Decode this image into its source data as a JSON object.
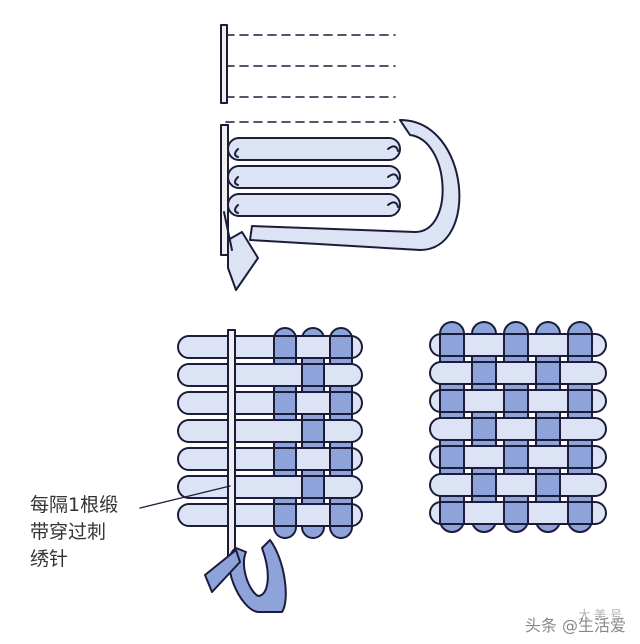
{
  "colors": {
    "light_ribbon": "#dbe3f5",
    "dark_ribbon": "#8ea3da",
    "outline": "#1c1c3a",
    "needle": "#efefef"
  },
  "callout": {
    "line1": "每隔1根缎",
    "line2": "带穿过刺",
    "line3": "绣针"
  },
  "watermark": "头条 @生活爱",
  "seal_text": "大 美 号"
}
